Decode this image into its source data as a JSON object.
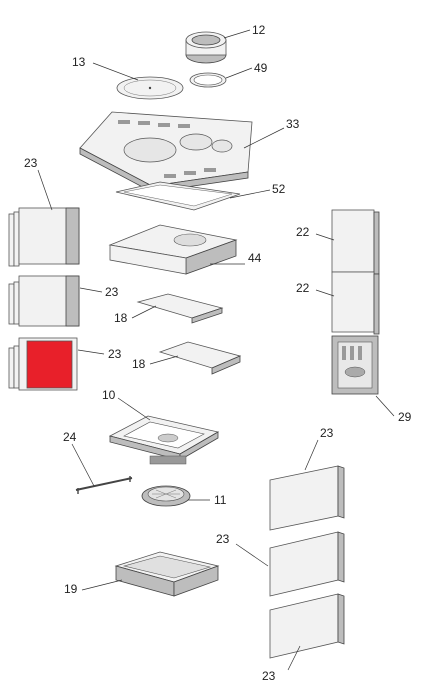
{
  "labels": {
    "p12": "12",
    "p13": "13",
    "p49": "49",
    "p33": "33",
    "p23a": "23",
    "p52": "52",
    "p22a": "22",
    "p44": "44",
    "p23b": "23",
    "p22b": "22",
    "p18a": "18",
    "p23c": "23",
    "p18b": "18",
    "p29": "29",
    "p10": "10",
    "p24": "24",
    "p23d": "23",
    "p11": "11",
    "p23e": "23",
    "p19": "19",
    "p23f": "23"
  },
  "colors": {
    "highlight": "#e8202a"
  }
}
